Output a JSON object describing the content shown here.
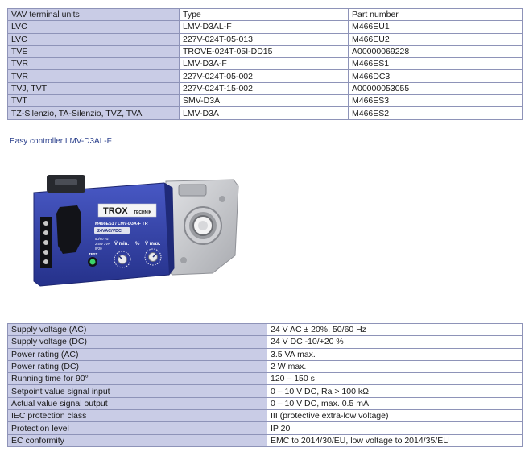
{
  "units_table": {
    "rows": [
      [
        "VAV terminal units",
        "Type",
        "Part number"
      ],
      [
        "LVC",
        "LMV-D3AL-F",
        "M466EU1"
      ],
      [
        "LVC",
        "227V-024T-05-013",
        "M466EU2"
      ],
      [
        "TVE",
        "TROVE-024T-05I-DD15",
        "A00000069228"
      ],
      [
        "TVR",
        "LMV-D3A-F",
        "M466ES1"
      ],
      [
        "TVR",
        "227V-024T-05-002",
        "M466DC3"
      ],
      [
        "TVJ, TVT",
        "227V-024T-15-002",
        "A00000053055"
      ],
      [
        "TVT",
        "SMV-D3A",
        "M466ES3"
      ],
      [
        "TZ-Silenzio, TA-Silenzio, TVZ, TVA",
        "LMV-D3A",
        "M466ES2"
      ]
    ]
  },
  "caption": "Easy controller LMV-D3AL-F",
  "device": {
    "brand": "TROX",
    "brand_sub": "TECHNIK",
    "model_label": "M466ES1 / LMV-D3A-F TR",
    "voltage_label": "24VAC/VDC",
    "freq_label": "50/60 Hz",
    "power_label": "2.5W 3VA",
    "ip_label": "IP20",
    "test_label": "TEST",
    "vmin_label": "V̇ min.",
    "percent_label": "%",
    "vmax_label": "V̇ max."
  },
  "specs_table": {
    "rows": [
      [
        "Supply voltage (AC)",
        "24 V AC ± 20%, 50/60 Hz"
      ],
      [
        "Supply voltage (DC)",
        "24 V DC -10/+20 %"
      ],
      [
        "Power rating (AC)",
        "3.5 VA max."
      ],
      [
        "Power rating (DC)",
        "2 W max."
      ],
      [
        "Running time for 90°",
        "120 – 150 s"
      ],
      [
        "Setpoint value signal input",
        "0 – 10 V DC, Ra > 100 kΩ"
      ],
      [
        "Actual value signal output",
        "0 – 10 V DC, max. 0.5 mA"
      ],
      [
        "IEC protection class",
        "III (protective extra-low voltage)"
      ],
      [
        "Protection level",
        "IP 20"
      ],
      [
        "EC conformity",
        "EMC to 2014/30/EU, low voltage to 2014/35/EU"
      ]
    ]
  },
  "colors": {
    "label_cell": "#c9cce6",
    "border": "#8e93b8",
    "caption_text": "#2a3f8c",
    "device_blue": "#2f3fa6",
    "housing_grey": "#c8c9cc"
  }
}
